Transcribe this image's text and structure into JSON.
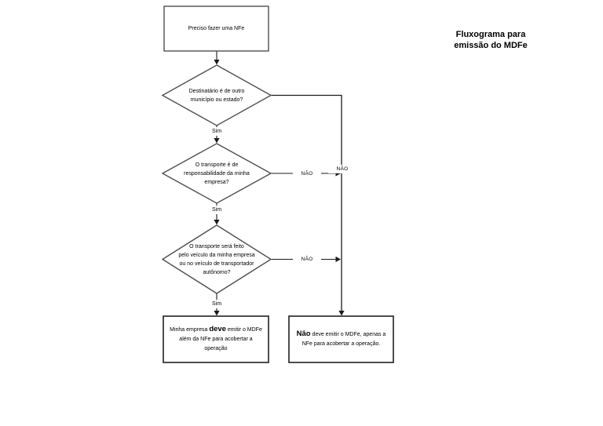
{
  "title": {
    "lines": [
      "Fluxograma para",
      "emissão do MDFe"
    ]
  },
  "flow": {
    "start": {
      "text": "Preciso fazer uma NFe"
    },
    "d1": {
      "lines": [
        "Destinatário é de outro",
        "município ou estado?"
      ],
      "yes": "Sim",
      "no": "NÃO"
    },
    "d2": {
      "lines": [
        "O transporte é de",
        "responsabilidade da minha",
        "empresa?"
      ],
      "yes": "Sim",
      "no": "NÃO"
    },
    "d3": {
      "lines": [
        "O transporte será feito",
        "pelo veículo da minha empresa",
        "ou no veículo de transportador",
        "autônomo?"
      ],
      "yes": "Sim",
      "no": "NÃO"
    },
    "result_must": {
      "line1_prefix": "Minha empresa ",
      "line1_emphasis": "deve",
      "line1_suffix": " emitir o MDFe",
      "line2": "além da NFe para acobertar a",
      "line3": "operação"
    },
    "result_not": {
      "line1_emphasis": "Não",
      "line1_suffix": " deve emitir o MDFe, apenas a",
      "line2": "NFe para acobertar a operação."
    }
  }
}
